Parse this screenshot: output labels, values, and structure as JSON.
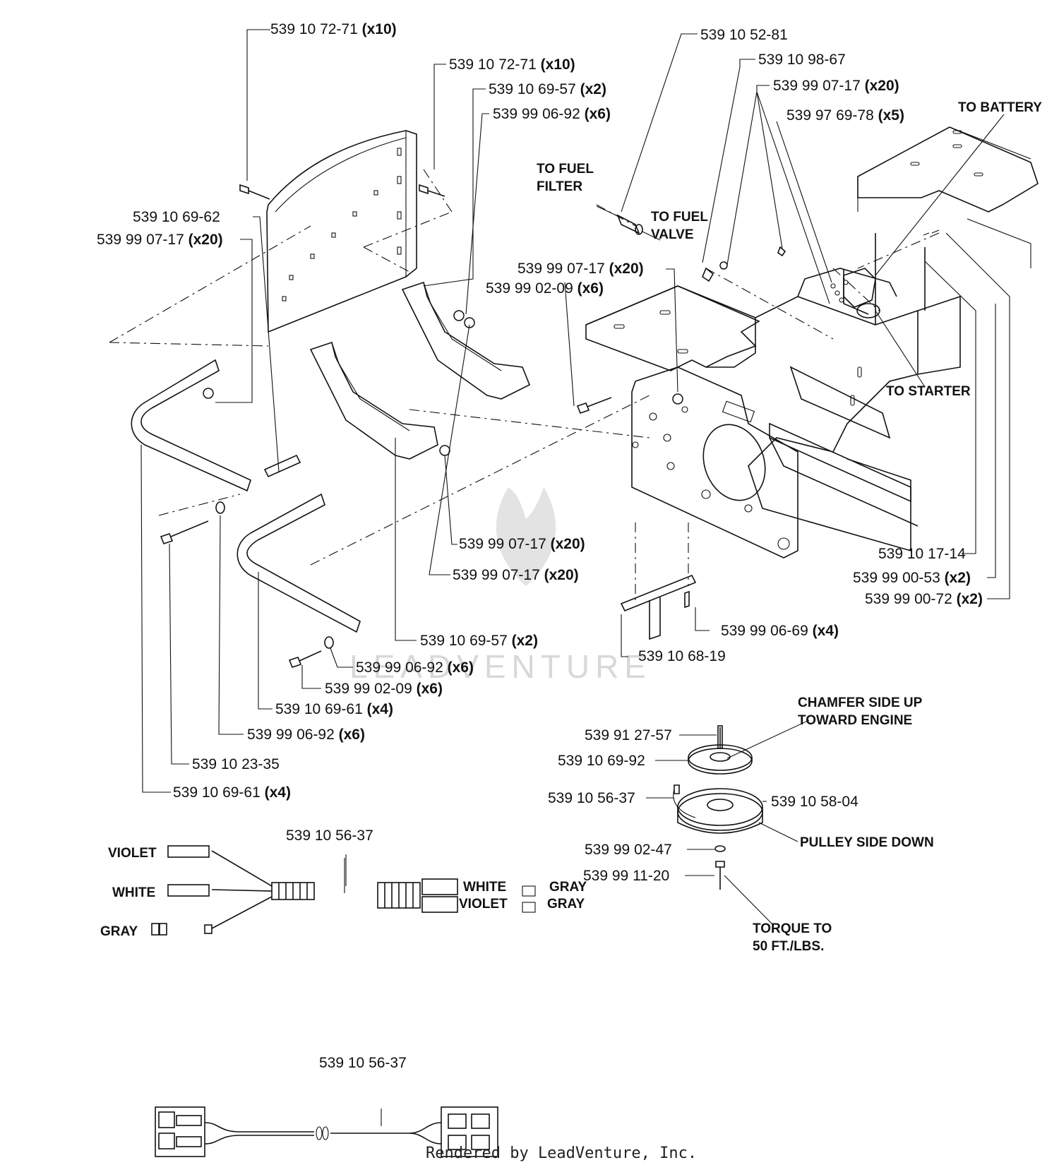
{
  "callouts": [
    {
      "part": "539 10 72-71",
      "qty": "(x10)"
    },
    {
      "part": "539 10 72-71",
      "qty": "(x10)"
    },
    {
      "part": "539 10 69-57",
      "qty": "(x2)"
    },
    {
      "part": "539 99 06-92",
      "qty": "(x6)"
    },
    {
      "part": "539 10 69-62",
      "qty": ""
    },
    {
      "part": "539 99 07-17",
      "qty": "(x20)"
    },
    {
      "part": "539 10 52-81",
      "qty": ""
    },
    {
      "part": "539 10 98-67",
      "qty": ""
    },
    {
      "part": "539 99 07-17",
      "qty": "(x20)"
    },
    {
      "part": "539 97 69-78",
      "qty": "(x5)"
    },
    {
      "part": "539 99 07-17",
      "qty": "(x20)"
    },
    {
      "part": "539 99 02-09",
      "qty": "(x6)"
    },
    {
      "part": "539 99 07-17",
      "qty": "(x20)"
    },
    {
      "part": "539 99 07-17",
      "qty": "(x20)"
    },
    {
      "part": "539 10 17-14",
      "qty": ""
    },
    {
      "part": "539 99 00-53",
      "qty": "(x2)"
    },
    {
      "part": "539 99 00-72",
      "qty": "(x2)"
    },
    {
      "part": "539 99 06-69",
      "qty": "(x4)"
    },
    {
      "part": "539 10 69-57",
      "qty": "(x2)"
    },
    {
      "part": "539 10 68-19",
      "qty": ""
    },
    {
      "part": "539 99 06-92",
      "qty": "(x6)"
    },
    {
      "part": "539 99 02-09",
      "qty": "(x6)"
    },
    {
      "part": "539 10 69-61",
      "qty": "(x4)"
    },
    {
      "part": "539 99 06-92",
      "qty": "(x6)"
    },
    {
      "part": "539 10 23-35",
      "qty": ""
    },
    {
      "part": "539 10 69-61",
      "qty": "(x4)"
    },
    {
      "part": "539 91 27-57",
      "qty": ""
    },
    {
      "part": "539 10 69-92",
      "qty": ""
    },
    {
      "part": "539 10 56-37",
      "qty": ""
    },
    {
      "part": "539 10 58-04",
      "qty": ""
    },
    {
      "part": "539 99 02-47",
      "qty": ""
    },
    {
      "part": "539 99 11-20",
      "qty": ""
    },
    {
      "part": "539 10 56-37",
      "qty": ""
    },
    {
      "part": "539 10 56-37",
      "qty": ""
    }
  ],
  "notes": {
    "to_fuel_filter_1": "TO FUEL",
    "to_fuel_filter_2": "FILTER",
    "to_fuel_valve_1": "TO FUEL",
    "to_fuel_valve_2": "VALVE",
    "to_battery": "TO BATTERY",
    "to_starter": "TO STARTER",
    "chamfer_1": "CHAMFER SIDE UP",
    "chamfer_2": "TOWARD ENGINE",
    "pulley_side": "PULLEY SIDE DOWN",
    "torque_1": "TORQUE TO",
    "torque_2": "50 FT./LBS."
  },
  "wires": {
    "left_violet": "VIOLET",
    "left_white": "WHITE",
    "left_gray": "GRAY",
    "right_white": "WHITE",
    "right_violet": "VIOLET",
    "right_gray_1": "GRAY",
    "right_gray_2": "GRAY"
  },
  "watermark": "LEADVENTURE",
  "footer": "Rendered by LeadVenture, Inc."
}
